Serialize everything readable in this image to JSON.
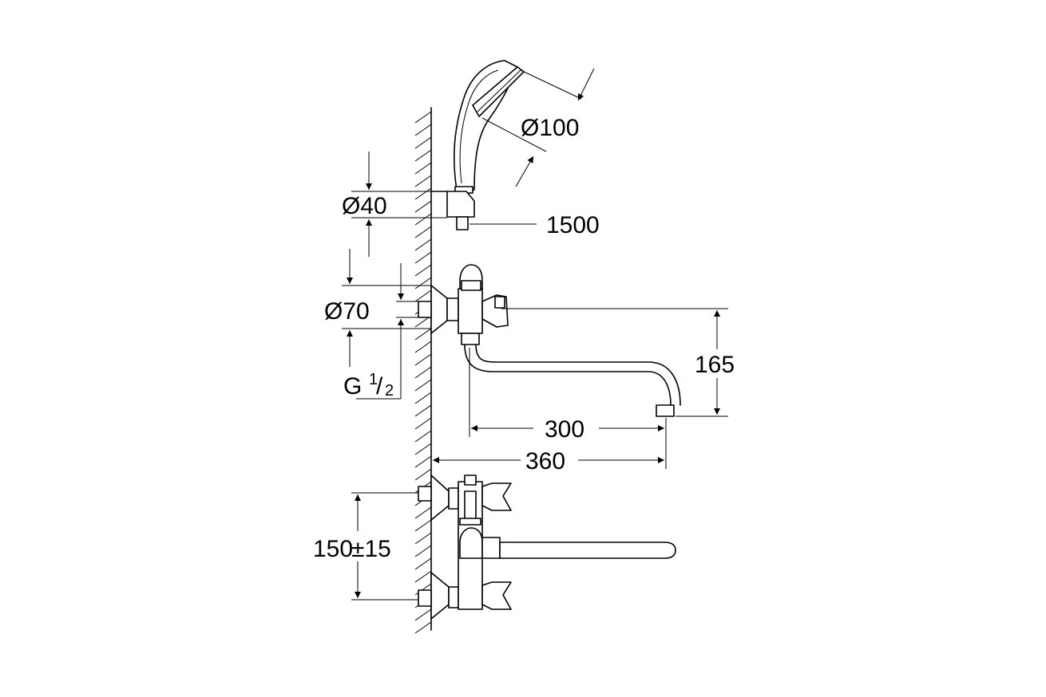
{
  "dimensions": {
    "shower_head_diameter": "Ø100",
    "holder_diameter": "Ø40",
    "hose_length": "1500",
    "flange_diameter": "Ø70",
    "thread_prefix": "G ",
    "thread_numerator": "1",
    "thread_slash": "/",
    "thread_denominator": "2",
    "spout_height": "165",
    "spout_reach": "300",
    "total_projection": "360",
    "center_distance": "150",
    "center_tolerance": "±15"
  }
}
